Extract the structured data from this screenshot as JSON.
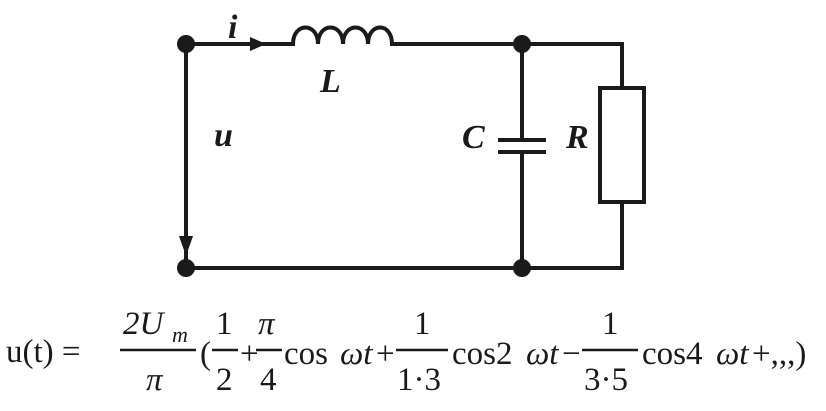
{
  "circuit": {
    "labels": {
      "current": "i",
      "inductor": "L",
      "voltage": "u",
      "capacitor": "C",
      "resistor": "R"
    }
  },
  "formula": {
    "lhs": "u(t) =",
    "coef_num": "2U",
    "coef_num_sub": "m",
    "coef_den": "π",
    "open_paren": "(",
    "t1_num": "1",
    "t1_den": "2",
    "plus1": "+",
    "t2_num": "π",
    "t2_den": "4",
    "t2_func": "cos",
    "t2_arg": "ωt",
    "plus2": "+",
    "t3_num": "1",
    "t3_den": "1·3",
    "t3_func": "cos2",
    "t3_arg": "ωt",
    "minus": "−",
    "t4_num": "1",
    "t4_den": "3·5",
    "t4_func": "cos4",
    "t4_arg": "ωt",
    "tail": "+,,,)"
  }
}
